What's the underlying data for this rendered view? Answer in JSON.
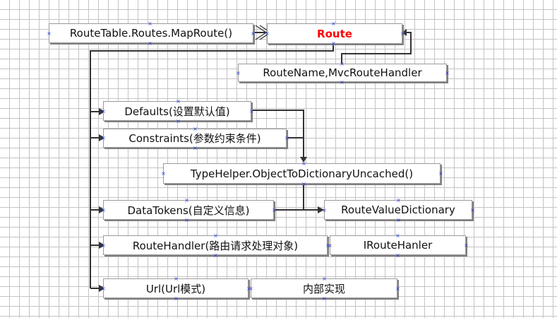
{
  "nodes": {
    "maproute": "RouteTable.Routes.MapRoute()",
    "route": "Route",
    "routename": "RouteName,MvcRouteHandler",
    "defaults": "Defaults(设置默认值)",
    "constraints": "Constraints(参数约束条件)",
    "typehelper": "TypeHelper.ObjectToDictionaryUncached()",
    "datatokens": "DataTokens(自定义信息)",
    "routevaluedictionary": "RouteValueDictionary",
    "routehandler": "RouteHandler(路由请求处理对象)",
    "irouthanler": "IRouteHanler",
    "url": "Url(Url模式)",
    "internal": "内部实现"
  },
  "colors": {
    "title_text": "#ff0000",
    "connector": "#333333",
    "connection_point": "#2a3ce0",
    "grid": "#c4c4c4",
    "box_shadow": "#7f7f7f"
  },
  "icons": {
    "connection_point": "x-mark-icon",
    "flow_arrow": "arrowhead-icon"
  }
}
